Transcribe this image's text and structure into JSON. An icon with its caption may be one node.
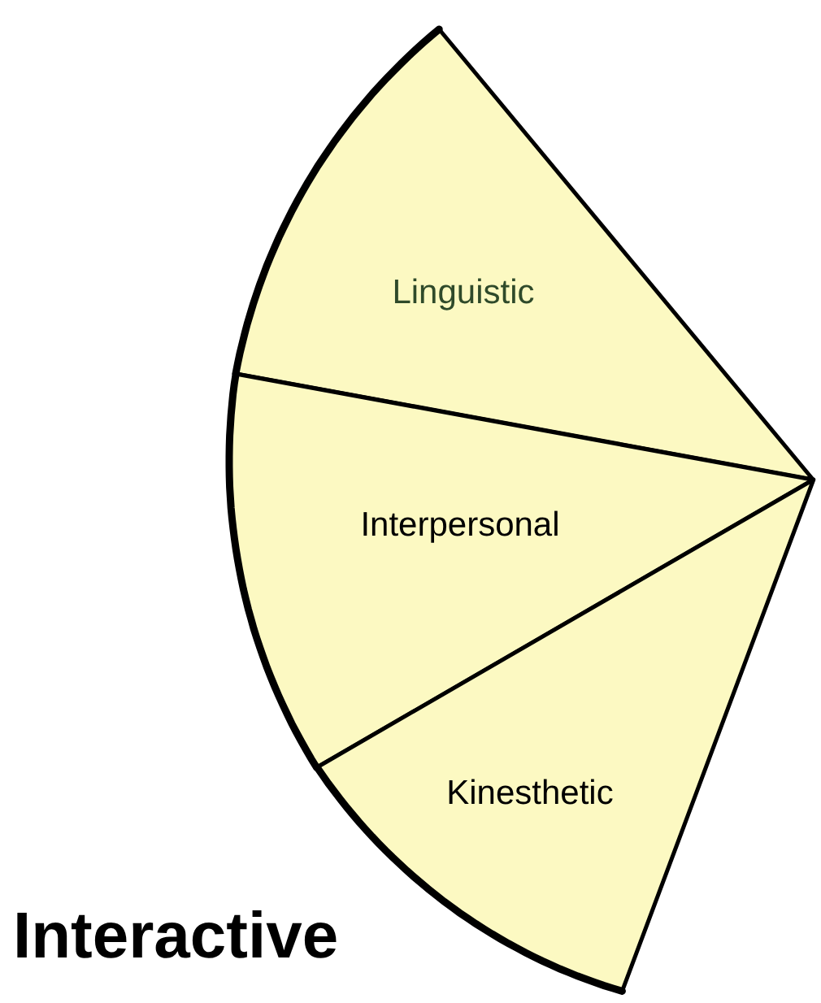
{
  "diagram": {
    "nodes": [
      {
        "text": [
          "Linguistic"
        ]
      },
      {
        "text": [
          "Interpersonal"
        ]
      },
      {
        "text": [
          "Kinesthetic"
        ]
      }
    ],
    "labels": [
      "Interactive"
    ]
  }
}
